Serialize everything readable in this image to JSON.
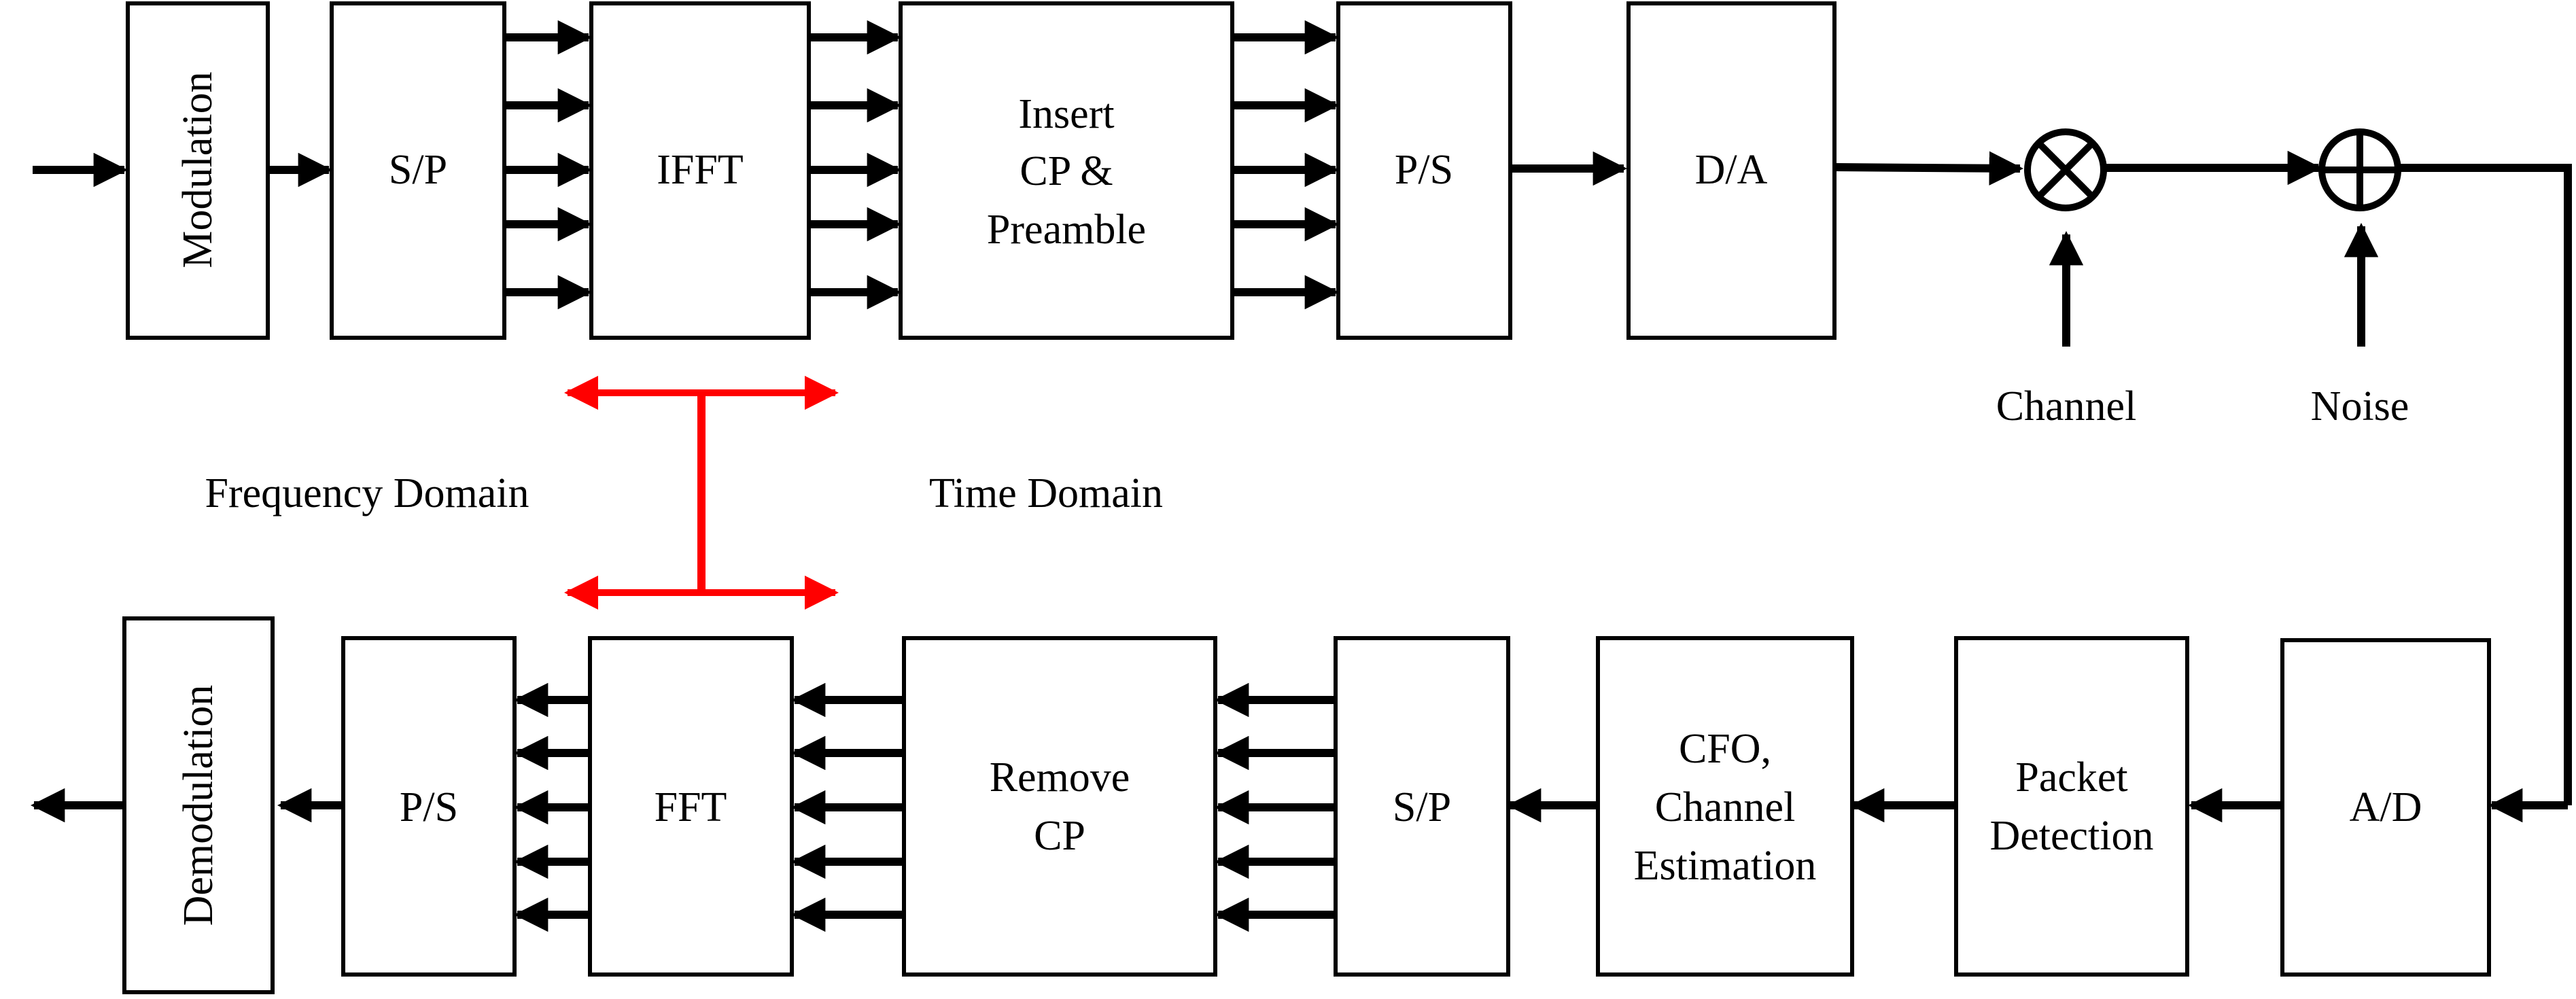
{
  "colors": {
    "line": "#000000",
    "domain_marker": "#ff0000",
    "background": "#ffffff"
  },
  "transmitter": {
    "modulation": "Modulation",
    "sp": "S/P",
    "ifft": "IFFT",
    "insert_cp": [
      "Insert",
      "CP &",
      "Preamble"
    ],
    "ps": "P/S",
    "da": "D/A"
  },
  "channel": {
    "channel_label": "Channel",
    "noise_label": "Noise",
    "multiplier_icon": "circle-times",
    "adder_icon": "circle-plus"
  },
  "domains": {
    "frequency": "Frequency Domain",
    "time": "Time Domain"
  },
  "receiver": {
    "ad": "A/D",
    "packet_detection": [
      "Packet",
      "Detection"
    ],
    "cfo": [
      "CFO,",
      "Channel",
      "Estimation"
    ],
    "sp": "S/P",
    "remove_cp": [
      "Remove",
      "CP"
    ],
    "fft": "FFT",
    "ps": "P/S",
    "demodulation": "Demodulation"
  }
}
